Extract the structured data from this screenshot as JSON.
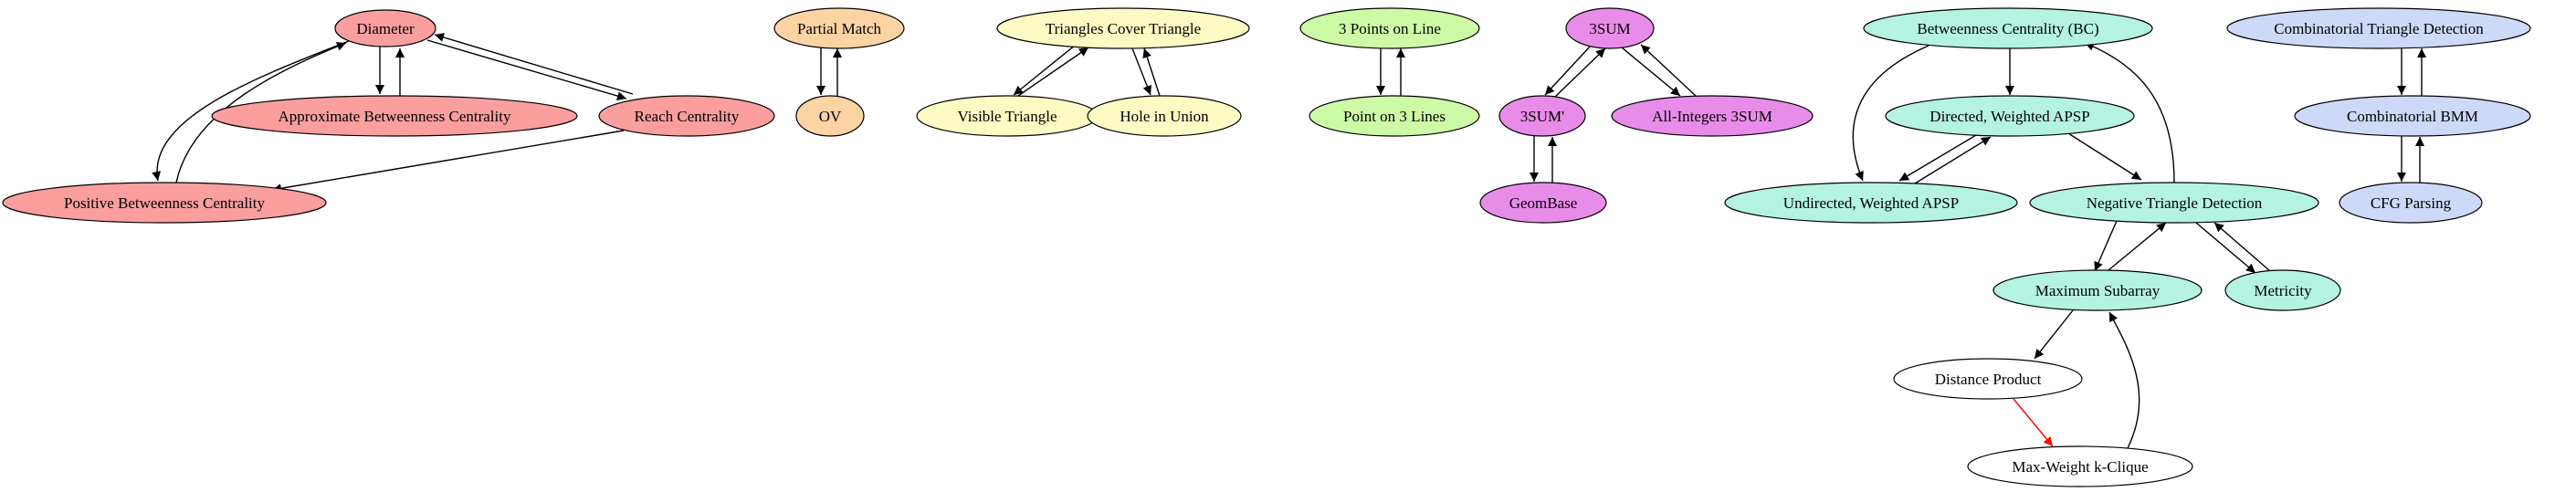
{
  "colors": {
    "red": "#fa9e9e",
    "orange": "#fcd4a4",
    "yellow": "#fdfbc3",
    "green": "#cdfaa6",
    "magenta": "#e88cea",
    "teal": "#b4f2e2",
    "blue": "#cdd9f8",
    "white": "#ffffff",
    "stroke": "#000000",
    "highlight_edge": "#ff0000"
  },
  "nodes": [
    {
      "id": "diameter",
      "label": "Diameter",
      "group": "red"
    },
    {
      "id": "approx_bc",
      "label": "Approximate Betweenness Centrality",
      "group": "red"
    },
    {
      "id": "reach",
      "label": "Reach Centrality",
      "group": "red"
    },
    {
      "id": "positive_bc",
      "label": "Positive Betweenness Centrality",
      "group": "red"
    },
    {
      "id": "partial_match",
      "label": "Partial Match",
      "group": "orange"
    },
    {
      "id": "ov",
      "label": "OV",
      "group": "orange"
    },
    {
      "id": "tri_cover",
      "label": "Triangles Cover Triangle",
      "group": "yellow"
    },
    {
      "id": "visible_tri",
      "label": "Visible Triangle",
      "group": "yellow"
    },
    {
      "id": "hole_union",
      "label": "Hole in Union",
      "group": "yellow"
    },
    {
      "id": "three_points",
      "label": "3 Points on Line",
      "group": "green"
    },
    {
      "id": "point_three_lines",
      "label": "Point on 3 Lines",
      "group": "green"
    },
    {
      "id": "threesum",
      "label": "3SUM",
      "group": "magenta"
    },
    {
      "id": "threesum_prime",
      "label": "3SUM'",
      "group": "magenta"
    },
    {
      "id": "all_int_3sum",
      "label": "All-Integers 3SUM",
      "group": "magenta"
    },
    {
      "id": "geombase",
      "label": "GeomBase",
      "group": "magenta"
    },
    {
      "id": "bc",
      "label": "Betweenness Centrality (BC)",
      "group": "teal"
    },
    {
      "id": "dir_apsp",
      "label": "Directed, Weighted APSP",
      "group": "teal"
    },
    {
      "id": "undir_apsp",
      "label": "Undirected, Weighted APSP",
      "group": "teal"
    },
    {
      "id": "neg_tri",
      "label": "Negative Triangle Detection",
      "group": "teal"
    },
    {
      "id": "max_subarray",
      "label": "Maximum Subarray",
      "group": "teal"
    },
    {
      "id": "metricity",
      "label": "Metricity",
      "group": "teal"
    },
    {
      "id": "dist_product",
      "label": "Distance Product",
      "group": "white"
    },
    {
      "id": "max_k_clique",
      "label": "Max-Weight k-Clique",
      "group": "white"
    },
    {
      "id": "comb_tri",
      "label": "Combinatorial Triangle Detection",
      "group": "blue"
    },
    {
      "id": "comb_bmm",
      "label": "Combinatorial BMM",
      "group": "blue"
    },
    {
      "id": "cfg",
      "label": "CFG Parsing",
      "group": "blue"
    }
  ],
  "edges": [
    {
      "from": "diameter",
      "to": "approx_bc"
    },
    {
      "from": "approx_bc",
      "to": "diameter"
    },
    {
      "from": "diameter",
      "to": "reach"
    },
    {
      "from": "reach",
      "to": "diameter"
    },
    {
      "from": "diameter",
      "to": "positive_bc"
    },
    {
      "from": "positive_bc",
      "to": "diameter"
    },
    {
      "from": "reach",
      "to": "positive_bc"
    },
    {
      "from": "partial_match",
      "to": "ov"
    },
    {
      "from": "ov",
      "to": "partial_match"
    },
    {
      "from": "tri_cover",
      "to": "visible_tri"
    },
    {
      "from": "visible_tri",
      "to": "tri_cover"
    },
    {
      "from": "tri_cover",
      "to": "hole_union"
    },
    {
      "from": "hole_union",
      "to": "tri_cover"
    },
    {
      "from": "three_points",
      "to": "point_three_lines"
    },
    {
      "from": "point_three_lines",
      "to": "three_points"
    },
    {
      "from": "threesum",
      "to": "threesum_prime"
    },
    {
      "from": "threesum_prime",
      "to": "threesum"
    },
    {
      "from": "threesum",
      "to": "all_int_3sum"
    },
    {
      "from": "all_int_3sum",
      "to": "threesum"
    },
    {
      "from": "threesum_prime",
      "to": "geombase"
    },
    {
      "from": "geombase",
      "to": "threesum_prime"
    },
    {
      "from": "bc",
      "to": "dir_apsp"
    },
    {
      "from": "bc",
      "to": "undir_apsp"
    },
    {
      "from": "neg_tri",
      "to": "bc"
    },
    {
      "from": "dir_apsp",
      "to": "undir_apsp"
    },
    {
      "from": "undir_apsp",
      "to": "dir_apsp"
    },
    {
      "from": "dir_apsp",
      "to": "neg_tri"
    },
    {
      "from": "neg_tri",
      "to": "max_subarray"
    },
    {
      "from": "max_subarray",
      "to": "neg_tri"
    },
    {
      "from": "neg_tri",
      "to": "metricity"
    },
    {
      "from": "metricity",
      "to": "neg_tri"
    },
    {
      "from": "max_subarray",
      "to": "dist_product"
    },
    {
      "from": "dist_product",
      "to": "max_k_clique",
      "highlight": true
    },
    {
      "from": "max_k_clique",
      "to": "max_subarray"
    },
    {
      "from": "comb_tri",
      "to": "comb_bmm"
    },
    {
      "from": "comb_bmm",
      "to": "comb_tri"
    },
    {
      "from": "comb_bmm",
      "to": "cfg"
    },
    {
      "from": "cfg",
      "to": "comb_bmm"
    }
  ]
}
